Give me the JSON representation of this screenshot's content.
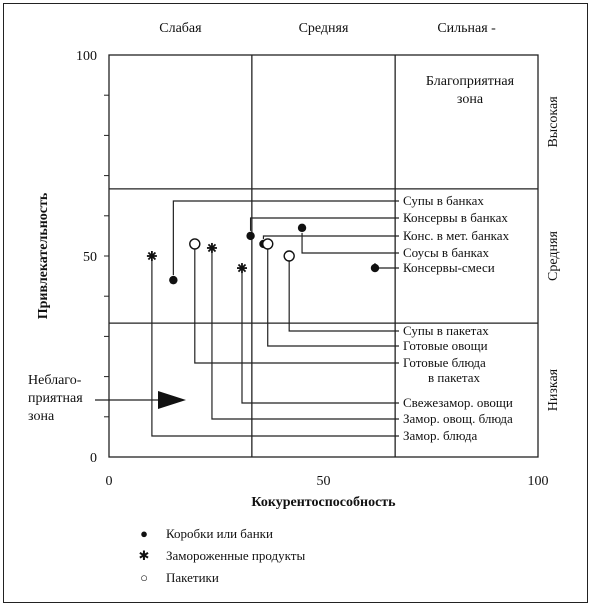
{
  "chart_data": {
    "type": "scatter",
    "title": "",
    "xlabel": "Кокурентоспособность",
    "ylabel": "Привлекательность",
    "xlim": [
      0,
      100
    ],
    "ylim": [
      0,
      100
    ],
    "x_ticks": [
      "0",
      "50",
      "100"
    ],
    "y_ticks": [
      "0",
      "50",
      "100"
    ],
    "grid": false,
    "column_headers": [
      "Слабая",
      "Средняя",
      "Сильная -"
    ],
    "row_labels": [
      "Высокая",
      "Средняя",
      "Низкая"
    ],
    "zone_lines": {
      "x": [
        33.3,
        66.7
      ],
      "y": [
        33.3,
        66.7
      ]
    },
    "zones": {
      "favorable": [
        "Благоприятная",
        "зона"
      ],
      "unfavorable": [
        "Неблаго-",
        "приятная",
        "зона"
      ]
    },
    "series": [
      {
        "name": "Коробки или банки",
        "marker": "filled-circle",
        "points": [
          {
            "label": "Супы в банках",
            "x": 15,
            "y": 44
          },
          {
            "label": "Консервы в банках",
            "x": 33,
            "y": 55
          },
          {
            "label": "Конс. в мет. банках",
            "x": 36,
            "y": 53
          },
          {
            "label": "Соусы в банках",
            "x": 45,
            "y": 57
          },
          {
            "label": "Консервы-смеси",
            "x": 62,
            "y": 47
          }
        ]
      },
      {
        "name": "Замороженные продукты",
        "marker": "asterisk",
        "points": [
          {
            "label": "Замор. блюда",
            "x": 10,
            "y": 50
          },
          {
            "label": "Замор. овощ. блюда",
            "x": 24,
            "y": 52
          },
          {
            "label": "Свежезамор. овощи",
            "x": 31,
            "y": 47
          }
        ]
      },
      {
        "name": "Пакетики",
        "marker": "open-circle",
        "points": [
          {
            "label": "Готовые блюда в пакетах",
            "x": 20,
            "y": 53
          },
          {
            "label": "Готовые овощи",
            "x": 37,
            "y": 53
          },
          {
            "label": "Супы в пакетах",
            "x": 42,
            "y": 50
          }
        ]
      }
    ]
  },
  "legend": [
    {
      "label": "Коробки или банки",
      "marker": "●"
    },
    {
      "label": "Замороженные продукты",
      "marker": "✱"
    },
    {
      "label": "Пакетики",
      "marker": "○"
    }
  ]
}
